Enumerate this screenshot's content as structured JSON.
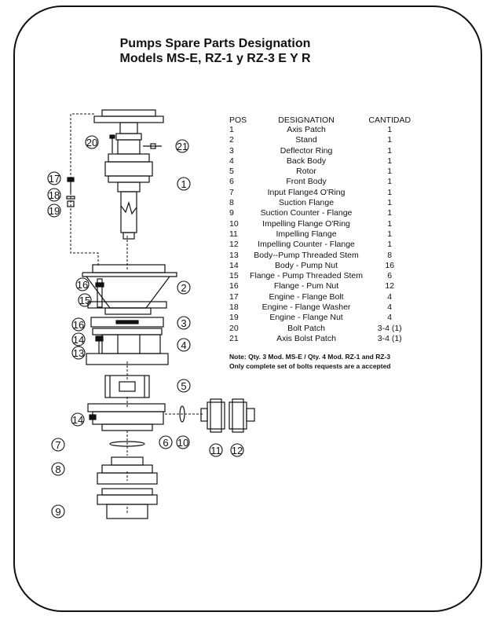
{
  "title": {
    "line1": "Pumps Spare Parts Designation",
    "line2": "Models MS-E, RZ-1 y RZ-3 E Y R"
  },
  "table": {
    "headers": {
      "pos": "POS",
      "designation": "DESIGNATION",
      "quantity": "CANTIDAD"
    },
    "rows": [
      {
        "pos": "1",
        "designation": "Axis Patch",
        "quantity": "1"
      },
      {
        "pos": "2",
        "designation": "Stand",
        "quantity": "1"
      },
      {
        "pos": "3",
        "designation": "Deflector Ring",
        "quantity": "1"
      },
      {
        "pos": "4",
        "designation": "Back Body",
        "quantity": "1"
      },
      {
        "pos": "5",
        "designation": "Rotor",
        "quantity": "1"
      },
      {
        "pos": "6",
        "designation": "Front Body",
        "quantity": "1"
      },
      {
        "pos": "7",
        "designation": "Input Flange4 O'Ring",
        "quantity": "1"
      },
      {
        "pos": "8",
        "designation": "Suction Flange",
        "quantity": "1"
      },
      {
        "pos": "9",
        "designation": "Suction Counter - Flange",
        "quantity": "1"
      },
      {
        "pos": "10",
        "designation": "Impelling Flange O'Ring",
        "quantity": "1"
      },
      {
        "pos": "11",
        "designation": "Impelling Flange",
        "quantity": "1"
      },
      {
        "pos": "12",
        "designation": "Impelling Counter - Flange",
        "quantity": "1"
      },
      {
        "pos": "13",
        "designation": "Body--Pump Threaded Stem",
        "quantity": "8"
      },
      {
        "pos": "14",
        "designation": "Body - Pump Nut",
        "quantity": "16"
      },
      {
        "pos": "15",
        "designation": "Flange - Pump Threaded Stem",
        "quantity": "6"
      },
      {
        "pos": "16",
        "designation": "Flange - Pum Nut",
        "quantity": "12"
      },
      {
        "pos": "17",
        "designation": "Engine - Flange Bolt",
        "quantity": "4"
      },
      {
        "pos": "18",
        "designation": "Engine - Flange Washer",
        "quantity": "4"
      },
      {
        "pos": "19",
        "designation": "Engine - Flange Nut",
        "quantity": "4"
      },
      {
        "pos": "20",
        "designation": "Bolt Patch",
        "quantity": "3-4 (1)"
      },
      {
        "pos": "21",
        "designation": "Axis Bolst Patch",
        "quantity": "3-4 (1)"
      }
    ]
  },
  "note": {
    "line1": "Note: Qty. 3 Mod. MS-E / Qty. 4 Mod. RZ-1 and RZ-3",
    "line2": "Only complete set of bolts requests are a accepted"
  },
  "callouts": {
    "c1": "1",
    "c2": "2",
    "c3": "3",
    "c4": "4",
    "c5": "5",
    "c6": "6",
    "c7": "7",
    "c8": "8",
    "c9": "9",
    "c10": "10",
    "c11": "11",
    "c12": "12",
    "c13": "13",
    "c14a": "14",
    "c14b": "14",
    "c15": "15",
    "c16a": "16",
    "c16b": "16",
    "c17": "17",
    "c18": "18",
    "c19": "19",
    "c20": "20",
    "c21": "21"
  },
  "colors": {
    "ink": "#111111",
    "background": "#ffffff"
  }
}
